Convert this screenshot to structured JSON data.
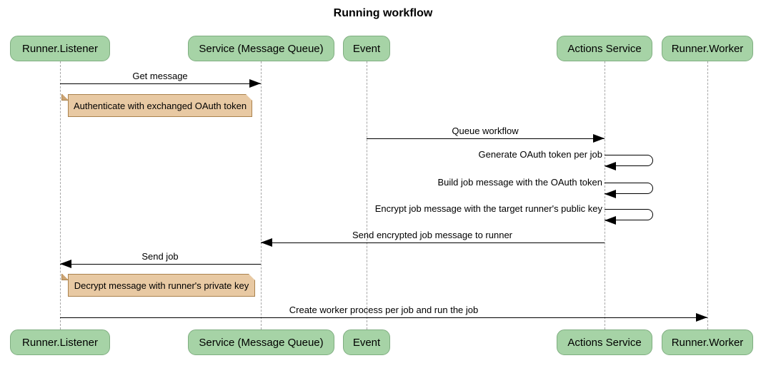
{
  "title": "Running workflow",
  "colors": {
    "actor_fill": "#a6d3a6",
    "actor_border": "#7fae80",
    "note_fill": "#e8c9a3",
    "note_border": "#aa824d",
    "note_fold": "#cda574",
    "line": "#000000",
    "lifeline": "#a6a6a6",
    "text": "#000000",
    "background": "#ffffff"
  },
  "participants": [
    {
      "label": "Runner.Listener"
    },
    {
      "label": "Service (Message Queue)"
    },
    {
      "label": "Event"
    },
    {
      "label": "Actions Service"
    },
    {
      "label": "Runner.Worker"
    }
  ],
  "messages": [
    {
      "label": "Get message",
      "from": "Runner.Listener",
      "to": "Service (Message Queue)"
    },
    {
      "label": "Queue workflow",
      "from": "Event",
      "to": "Actions Service"
    },
    {
      "label": "Generate OAuth token per job",
      "from": "Actions Service",
      "to": "Actions Service"
    },
    {
      "label": "Build job message with the OAuth token",
      "from": "Actions Service",
      "to": "Actions Service"
    },
    {
      "label": "Encrypt job message with the target runner's public key",
      "from": "Actions Service",
      "to": "Actions Service"
    },
    {
      "label": "Send encrypted job message to runner",
      "from": "Actions Service",
      "to": "Service (Message Queue)"
    },
    {
      "label": "Send job",
      "from": "Service (Message Queue)",
      "to": "Runner.Listener"
    },
    {
      "label": "Create worker process per job and run the job",
      "from": "Runner.Listener",
      "to": "Runner.Worker"
    }
  ],
  "notes": [
    {
      "text": "Authenticate with exchanged OAuth token",
      "over": "Runner.Listener"
    },
    {
      "text": "Decrypt message with runner's private key",
      "over": "Runner.Listener"
    }
  ]
}
